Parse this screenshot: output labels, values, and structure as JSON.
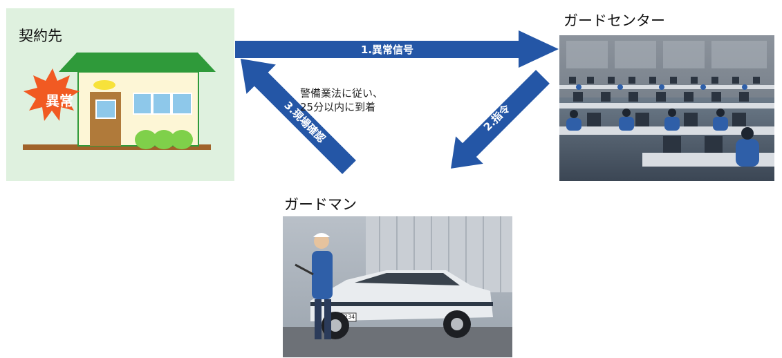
{
  "contractor": {
    "title": "契約先",
    "alert_label": "異常"
  },
  "guard_center": {
    "title": "ガードセンター"
  },
  "guardman": {
    "title": "ガードマン",
    "plate_text": "1234"
  },
  "arrows": {
    "signal": "1.異常信号",
    "command": "2.指令",
    "confirm": "3.現場確認"
  },
  "note": {
    "line1": "警備業法に従い、",
    "line2": "25分以内に到着"
  },
  "colors": {
    "arrow_blue": "#2456a6",
    "panel_green": "#dff1df",
    "roof_green": "#2f9a3a",
    "alert_orange": "#f15a22",
    "house_wall": "#fdf6d6",
    "door_brown": "#b07a3a",
    "window_blue": "#8ec8ea",
    "bush_green": "#7fd04a",
    "light_yellow": "#f7e23a",
    "ground_brown": "#a0632a"
  }
}
